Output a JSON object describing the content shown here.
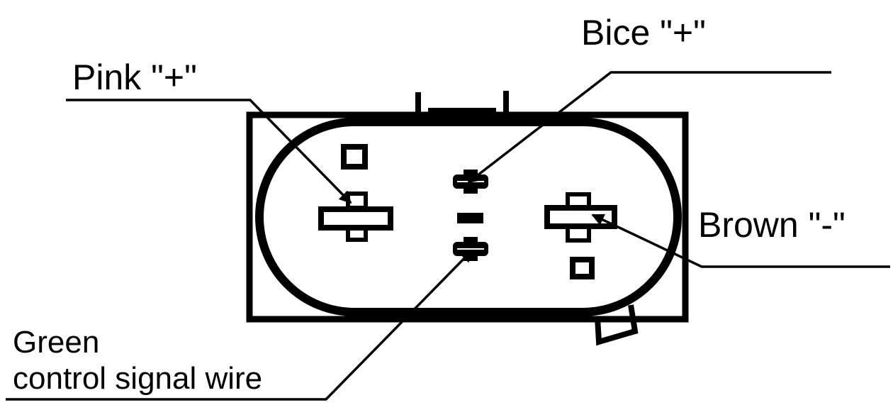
{
  "labels": {
    "pink": "Pink \"+\"",
    "bice": "Bice \"+\"",
    "brown": "Brown \"-\"",
    "green_line1": "Green",
    "green_line2": "control signal wire"
  },
  "colors": {
    "ink": "#000000",
    "background": "#ffffff"
  }
}
